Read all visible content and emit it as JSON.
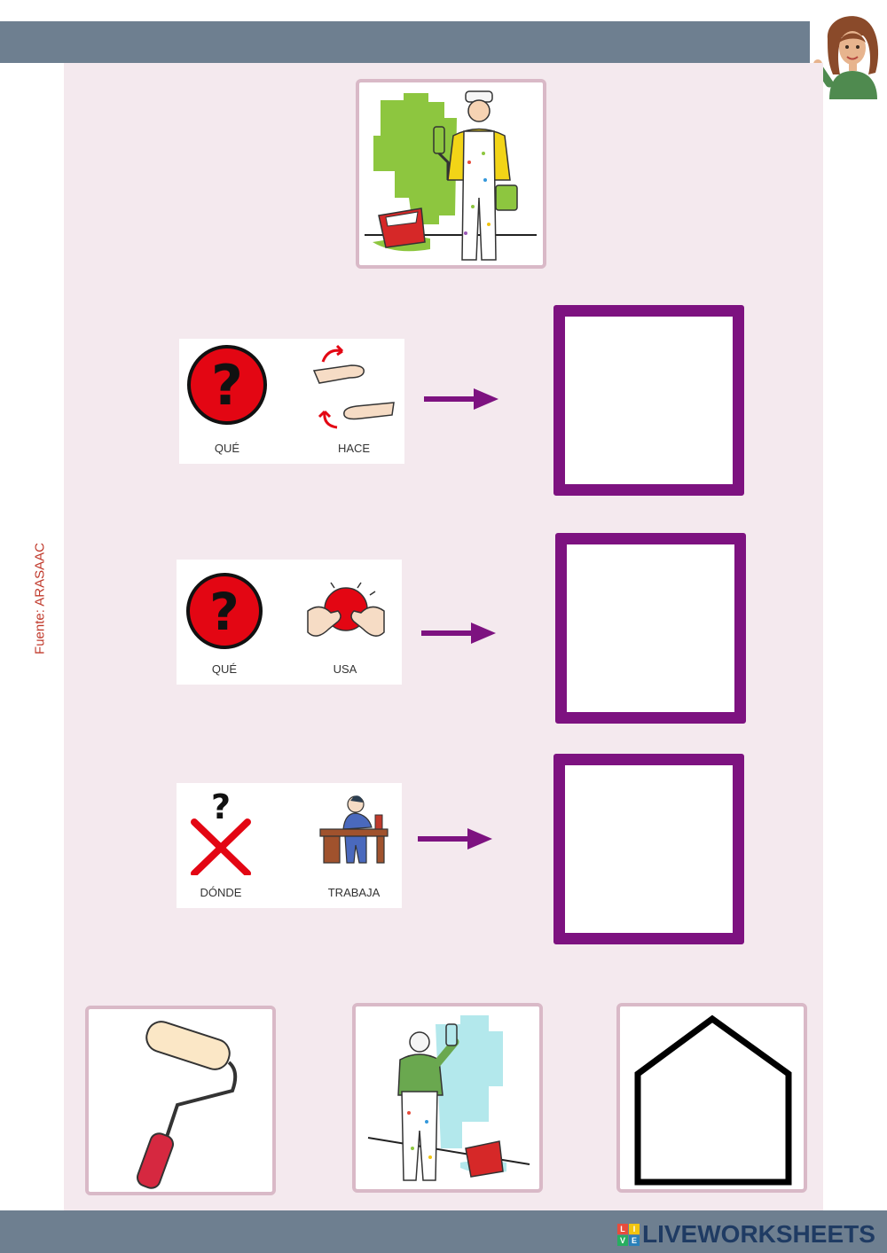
{
  "source_label": "Fuente: ARASAAC",
  "questions": [
    {
      "left_label": "QUÉ",
      "right_label": "HACE"
    },
    {
      "left_label": "QUÉ",
      "right_label": "USA"
    },
    {
      "left_label": "DÓNDE",
      "right_label": "TRABAJA"
    }
  ],
  "brand": {
    "logo_letters": [
      "L",
      "I",
      "V",
      "E"
    ],
    "name": "LIVEWORKSHEETS"
  },
  "colors": {
    "header": "#6e7f90",
    "panel": "#f4e9ee",
    "answer_border": "#7d1280",
    "arrow": "#7d1280",
    "source_text": "#c0392b"
  }
}
